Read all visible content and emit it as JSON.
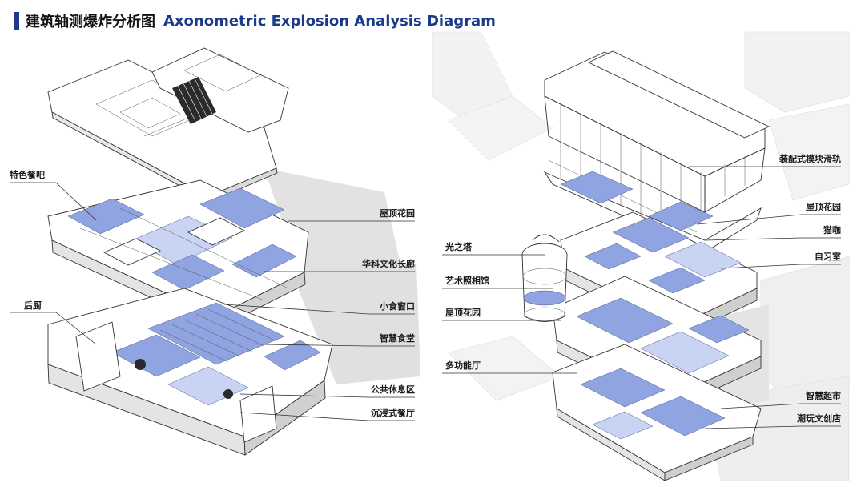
{
  "title": {
    "cn": "建筑轴测爆炸分析图",
    "en": "Axonometric Explosion Analysis Diagram"
  },
  "colors": {
    "accent": "#1b3a8c",
    "room_fill": "#8fa4e0",
    "room_fill_light": "#c9d3f2",
    "wall": "#ffffff",
    "shadow": "#dcdcdc",
    "context": "#f1f1f1"
  },
  "left_labels": {
    "tese_canba": "特色餐吧",
    "houchu": "后厨",
    "wuding_huayuan": "屋顶花园",
    "huake_wenhua_changlang": "华科文化长廊",
    "xiaoshi_chuangkou": "小食窗口",
    "zhihui_shitang": "智慧食堂",
    "gonggong_xiuxiqu": "公共休息区",
    "chenjinshi_canting": "沉浸式餐厅"
  },
  "right_labels": {
    "zhuangpei_huagui": "装配式模块滑轨",
    "wuding_huayuan": "屋顶花园",
    "maoka": "猫咖",
    "zixishi": "自习室",
    "guangzhita": "光之塔",
    "yishu_zhaoxiangguan": "艺术照相馆",
    "wuding_huayuan_2": "屋顶花园",
    "duogongnengting": "多功能厅",
    "zhihui_chaoshi": "智慧超市",
    "chaowan_wenchuangdian": "潮玩文创店"
  }
}
